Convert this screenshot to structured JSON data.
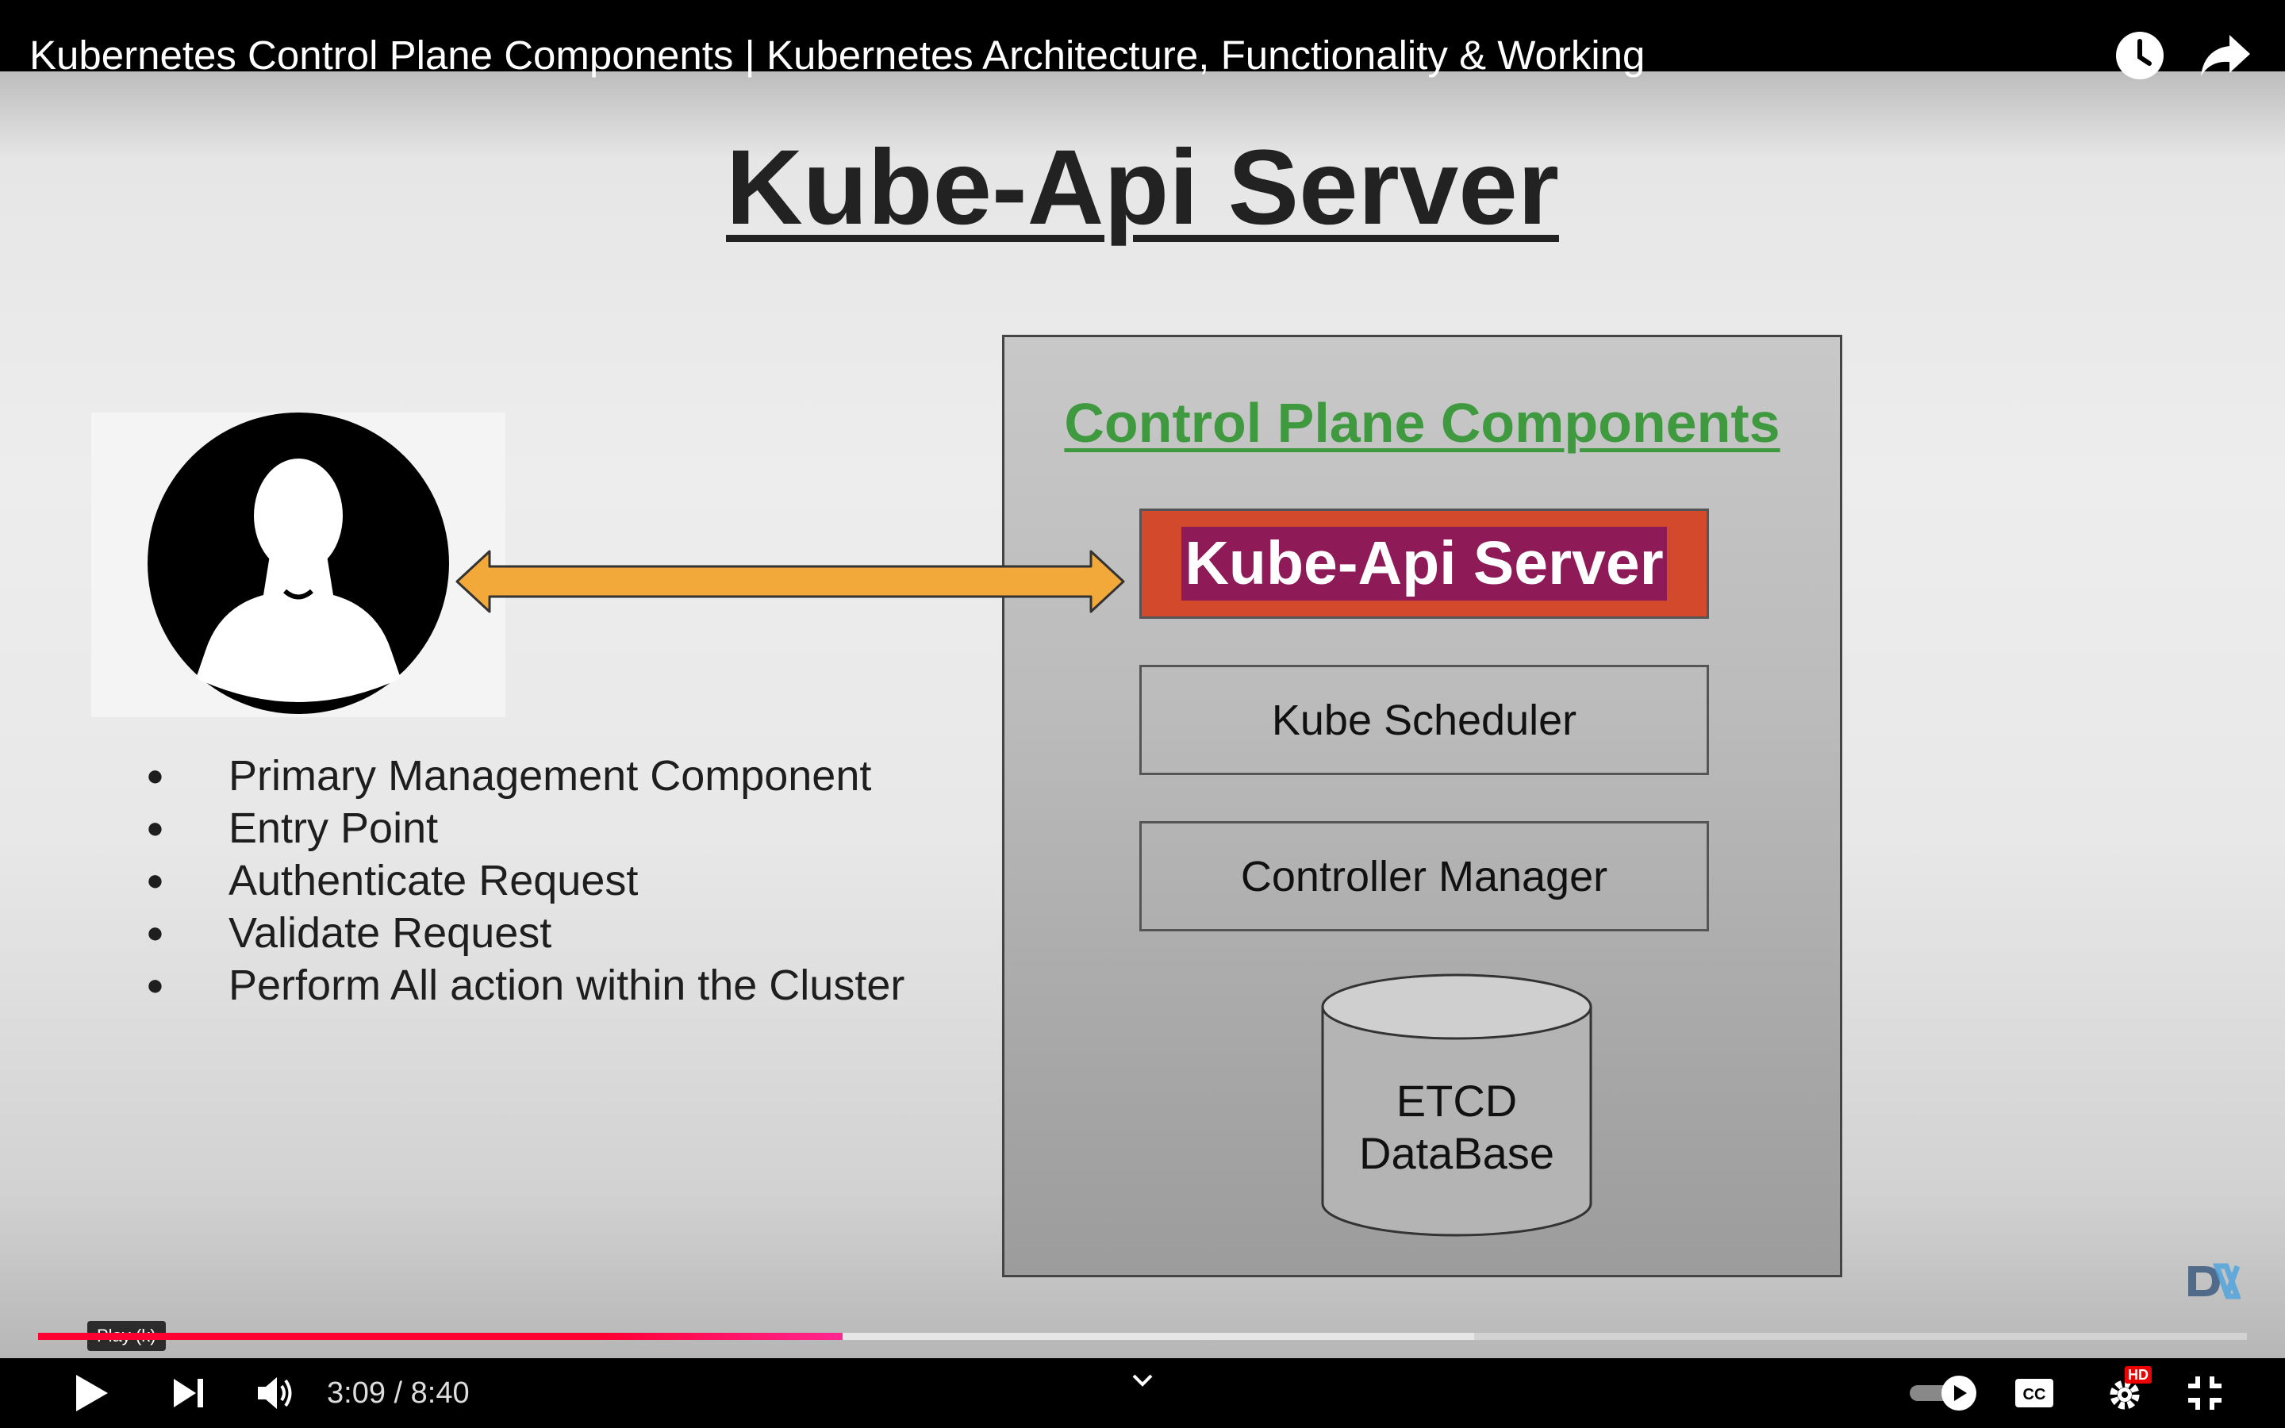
{
  "video": {
    "title": "Kubernetes Control Plane Components | Kubernetes Architecture, Functionality & Working",
    "progress": 0.3641,
    "buffered": 0.65
  },
  "slide": {
    "heading": "Kube-Api Server",
    "bullets": [
      "Primary Management Component",
      "Entry Point",
      "Authenticate Request",
      "Validate Request",
      "Perform All action within the Cluster"
    ],
    "control_plane": {
      "title": "Control Plane Components",
      "api_server": "Kube-Api Server",
      "scheduler": "Kube Scheduler",
      "controller": "Controller Manager",
      "etcd_line1": "ETCD",
      "etcd_line2": "DataBase"
    },
    "colors": {
      "arrow": "#f3a93a",
      "api_box": "#d24a2b",
      "api_highlight": "#8e1b57",
      "cp_title": "#3f9a3f"
    }
  },
  "controls": {
    "tooltip": "Play (k)",
    "time": "3:09 / 8:40",
    "quality_badge": "HD",
    "icons": [
      "watch-later-icon",
      "share-icon",
      "play-icon",
      "next-icon",
      "volume-icon",
      "chevron-down-icon",
      "autoplay-toggle",
      "subtitles-icon",
      "settings-icon",
      "fullscreen-exit-icon"
    ]
  }
}
